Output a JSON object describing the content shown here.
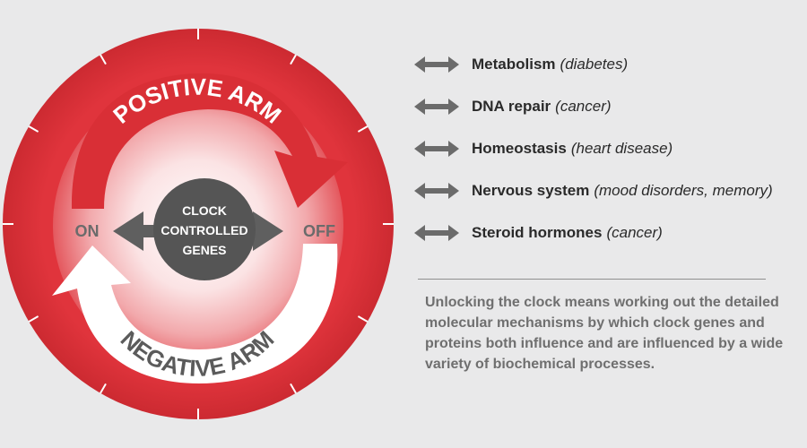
{
  "diagram": {
    "positive_arm_label": "POSITIVE ARM",
    "negative_arm_label": "NEGATIVE ARM",
    "on_label": "ON",
    "off_label": "OFF",
    "center_lines": [
      "CLOCK",
      "CONTROLLED",
      "GENES"
    ]
  },
  "pathways": [
    {
      "name": "Metabolism",
      "disease": "(diabetes)"
    },
    {
      "name": "DNA repair",
      "disease": "(cancer)"
    },
    {
      "name": "Homeostasis",
      "disease": "(heart disease)"
    },
    {
      "name": "Nervous system",
      "disease": "(mood disorders, memory)"
    },
    {
      "name": "Steroid hormones",
      "disease": "(cancer)"
    }
  ],
  "caption": "Unlocking the clock means working out the detailed molecular mechanisms by which clock genes and proteins both influence and are influenced by a wide variety of biochemical processes.",
  "colors": {
    "ring_red": "#e0343c",
    "arrow_red": "#d92f36",
    "center_gray": "#555555",
    "arrow_gray": "#5f5f5f",
    "background": "#e9e9ea"
  }
}
